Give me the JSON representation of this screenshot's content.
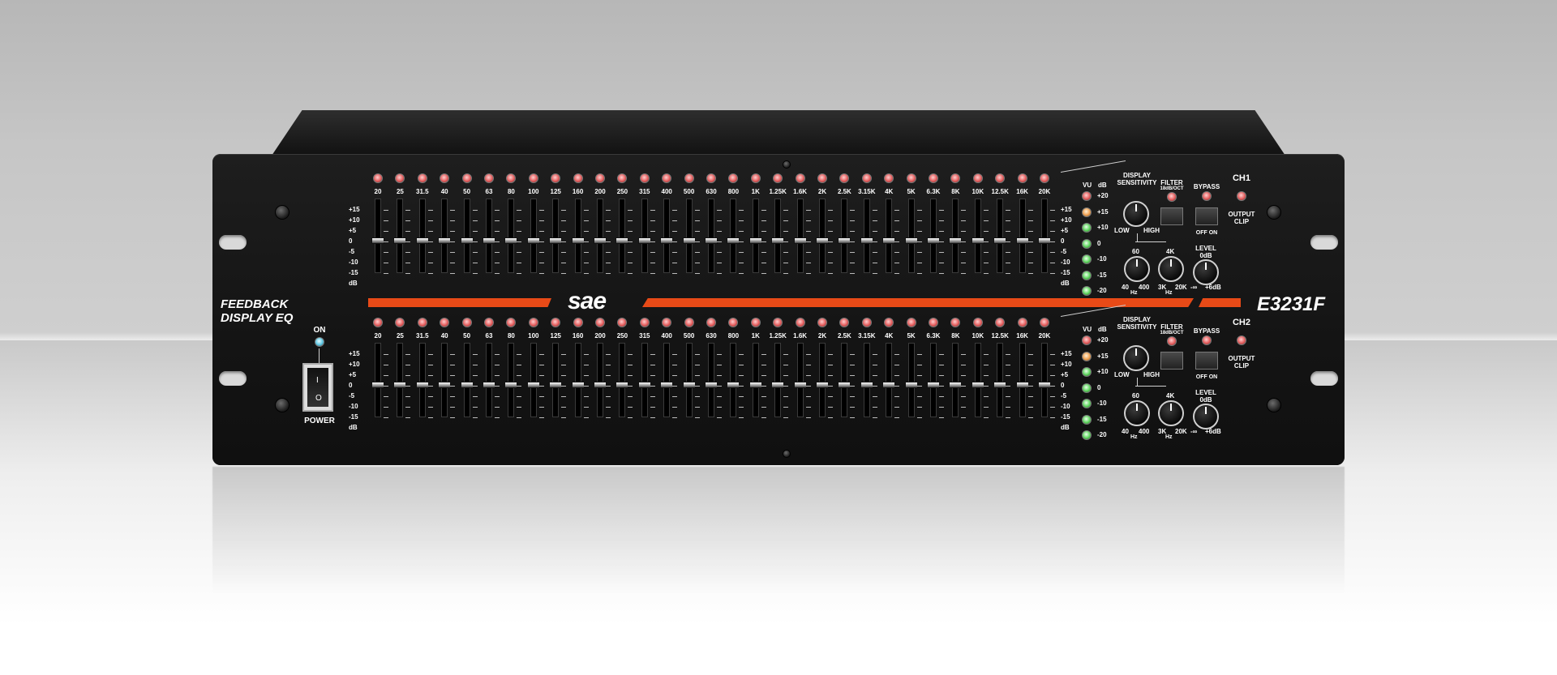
{
  "device": {
    "brand_text_line1": "FEEDBACK",
    "brand_text_line2": "DISPLAY EQ",
    "logo": "sae",
    "model": "E3231F",
    "power_label": "POWER",
    "on_label": "ON",
    "switch_i": "I",
    "switch_o": "O"
  },
  "freqs": [
    "20",
    "25",
    "31.5",
    "40",
    "50",
    "63",
    "80",
    "100",
    "125",
    "160",
    "200",
    "250",
    "315",
    "400",
    "500",
    "630",
    "800",
    "1K",
    "1.25K",
    "1.6K",
    "2K",
    "2.5K",
    "3.15K",
    "4K",
    "5K",
    "6.3K",
    "8K",
    "10K",
    "12.5K",
    "16K",
    "20K"
  ],
  "scale": [
    "+15",
    "+10",
    "+5",
    "0",
    "-5",
    "-10",
    "-15",
    "dB"
  ],
  "vu": {
    "title_vu": "VU",
    "title_db": "dB",
    "levels": [
      "+20",
      "+15",
      "+10",
      "0",
      "-10",
      "-15",
      "-20"
    ]
  },
  "controls": {
    "display_sensitivity": "DISPLAY SENSITIVITY",
    "low": "LOW",
    "high": "HIGH",
    "filter": "FILTER",
    "filter_sub": "18dB/OCT",
    "bypass": "BYPASS",
    "off_on": "OFF ON",
    "output_clip": "OUTPUT CLIP",
    "level": "LEVEL",
    "level_sub": "0dB",
    "hp_60": "60",
    "hp_40": "40",
    "hp_400": "400",
    "hz": "Hz",
    "lp_4k": "4K",
    "lp_3k": "3K",
    "lp_20k": "20K",
    "lvl_min": "-∞",
    "lvl_max": "+6dB"
  },
  "channels": [
    {
      "name": "CH1"
    },
    {
      "name": "CH2"
    }
  ],
  "colors": {
    "accent_stripe": "#e84a17",
    "panel": "#141414"
  }
}
